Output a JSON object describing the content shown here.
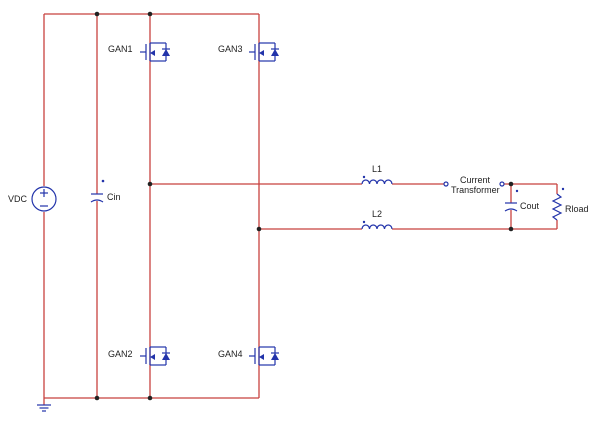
{
  "labels": {
    "vdc": "VDC",
    "cin": "Cin",
    "gan1": "GAN1",
    "gan2": "GAN2",
    "gan3": "GAN3",
    "gan4": "GAN4",
    "l1": "L1",
    "l2": "L2",
    "current_transformer_line1": "Current",
    "current_transformer_line2": "Transformer",
    "cout": "Cout",
    "rload": "Rload"
  },
  "colors": {
    "wire": "#c8423f",
    "component": "#2233aa",
    "junction": "#222222",
    "text": "#222222"
  }
}
